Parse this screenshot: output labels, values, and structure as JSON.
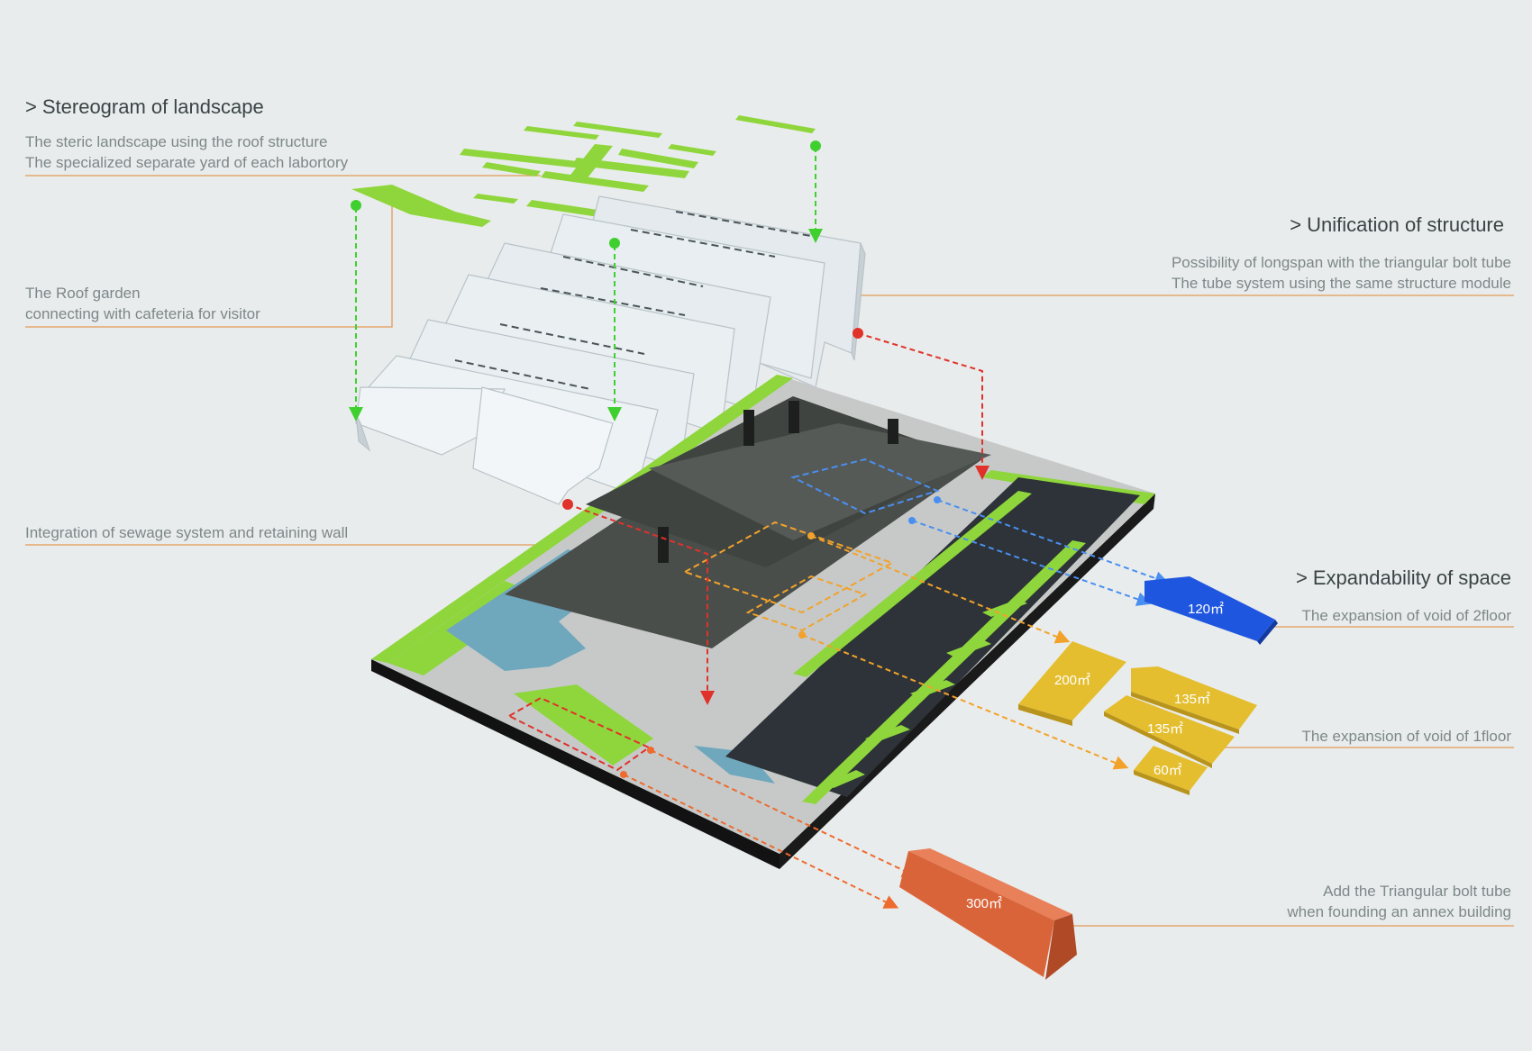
{
  "sections": {
    "stereogram": {
      "heading": "Stereogram of landscape",
      "line1": "The steric landscape using the roof structure",
      "line2": "The specialized separate yard of each labortory"
    },
    "roof_garden": {
      "line1": "The Roof garden",
      "line2": "connecting with cafeteria for visitor"
    },
    "sewage": {
      "line1": "Integration of sewage system and retaining wall"
    },
    "unification": {
      "heading": "Unification of structure",
      "line1": "Possibility of longspan with the triangular bolt tube",
      "line2": "The tube system using the same structure module"
    },
    "expandability": {
      "heading": "Expandability of space",
      "floor2": "The expansion of void of 2floor",
      "floor1": "The expansion of void of 1floor"
    },
    "annex": {
      "line1": "Add the Triangular bolt tube",
      "line2": "when founding an annex building"
    }
  },
  "caret": ">",
  "areas": {
    "a120": "120㎡",
    "a200": "200㎡",
    "a135a": "135㎡",
    "a135b": "135㎡",
    "a60": "60㎡",
    "a300": "300㎡"
  },
  "colors": {
    "background": "#e9ecec",
    "leader_line": "#e39a55",
    "landscape_green": "#8fd63c",
    "roof_white": "#e4eaee",
    "slab_dark": "#3f4441",
    "water_blue": "#6fa7bd",
    "blue_block": "#1f56e0",
    "yellow_block": "#e4be2e",
    "orange_block": "#d9643a",
    "arrow_green": "#3fd02f",
    "arrow_red": "#e0322a",
    "arrow_blue": "#4a8ff0",
    "arrow_orange": "#f2a22a"
  }
}
